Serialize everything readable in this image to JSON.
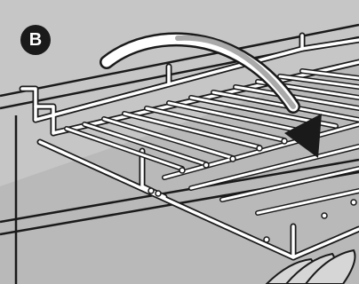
{
  "step": {
    "label": "B"
  },
  "colors": {
    "background": "#b9b9b9",
    "interior_light": "#d9d9d9",
    "rack_wire": "#ffffff",
    "outline": "#1a1a1a",
    "arrow_fill": "#ffffff",
    "arrow_shade": "#9a9a9a",
    "arrow_head": "#1a1a1a",
    "badge_fill": "#1a1a1a",
    "badge_text": "#ffffff"
  },
  "icons": {
    "step_badge": "circled-letter",
    "motion_arrow": "curved-arrow-down-right",
    "rack": "wire-oven-rack",
    "guide": "rack-side-guide",
    "element": "heating-element-coils"
  }
}
